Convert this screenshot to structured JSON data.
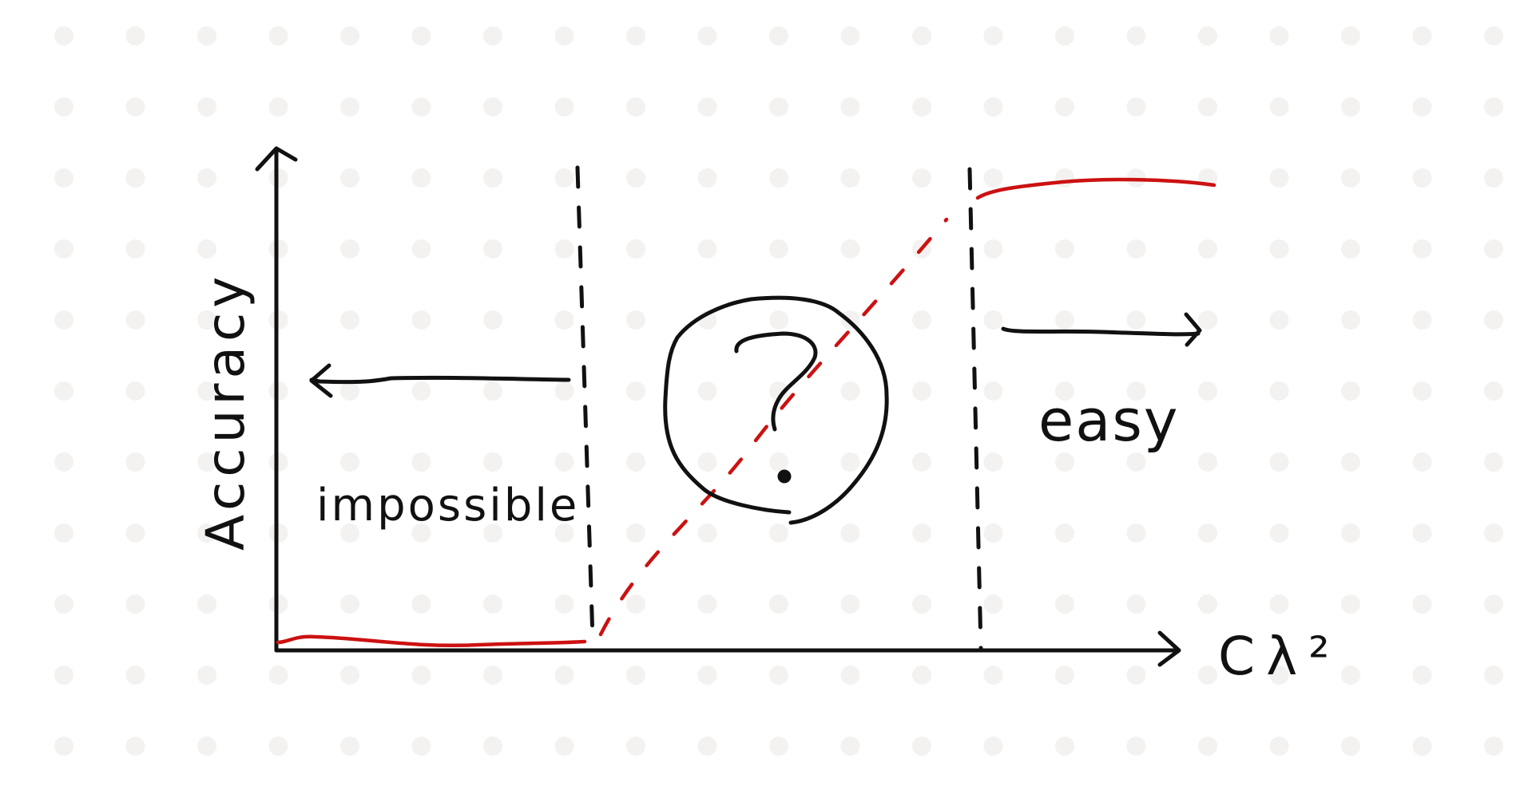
{
  "colors": {
    "ink": "#111111",
    "curve": "#cc1111",
    "dot": "#f3f2f0",
    "background": "#ffffff"
  },
  "labels": {
    "y_axis": "Accuracy",
    "x_axis": "Cλ²",
    "left_region": "impossible",
    "right_region": "easy",
    "middle_region": "?"
  },
  "icons": {
    "left_arrow": "arrow-left-icon",
    "right_arrow": "arrow-right-icon",
    "question_circle": "question-circle-icon"
  }
}
